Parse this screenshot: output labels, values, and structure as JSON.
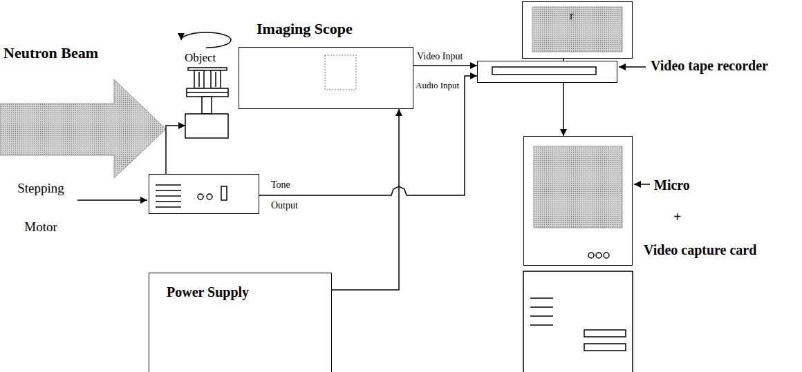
{
  "diagram": {
    "nodes": [
      {
        "text": [
          "Imaging Scope"
        ]
      },
      {
        "text": [
          "r"
        ]
      },
      {
        "text": [
          "Video tape recorder"
        ]
      },
      {
        "text": [
          "Stepping Motor"
        ]
      },
      {
        "text": [
          "Micro",
          "+",
          "Video capture card"
        ]
      },
      {
        "text": [
          "Power Supply"
        ]
      }
    ],
    "edges": [
      {
        "from": 0,
        "to": 2,
        "arrow": "to",
        "label": "Video Input"
      },
      {
        "from": 3,
        "to": 2,
        "arrow": "to",
        "label": "Tone Output"
      },
      {
        "from": 5,
        "to": 0,
        "arrow": "to"
      },
      {
        "from": 2,
        "to": 1,
        "arrow": "none"
      },
      {
        "from": 2,
        "to": 4,
        "arrow": "to"
      }
    ],
    "labels": [
      "Neutron Beam",
      "Object",
      "Audio Input"
    ]
  }
}
